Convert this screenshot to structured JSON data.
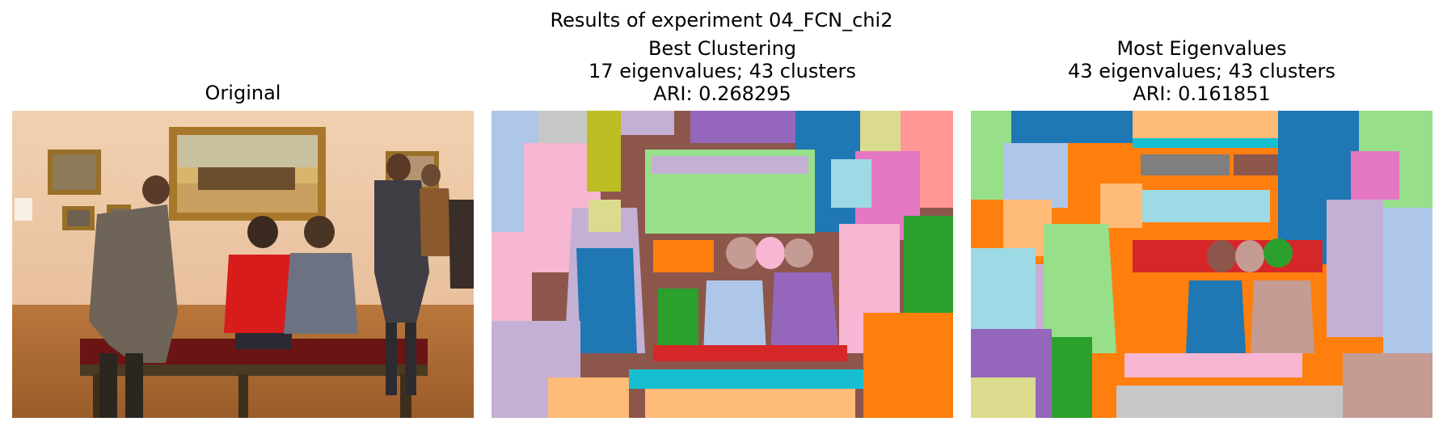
{
  "figure": {
    "suptitle": "Results of experiment 04_FCN_chi2"
  },
  "panels": [
    {
      "title_lines": [
        "Original"
      ],
      "kind": "photo"
    },
    {
      "title_lines": [
        "Best Clustering",
        "17 eigenvalues; 43 clusters",
        "ARI: 0.268295"
      ],
      "kind": "segmentation",
      "eigenvalues": 17,
      "clusters": 43,
      "ari": 0.268295
    },
    {
      "title_lines": [
        "Most Eigenvalues",
        "43 eigenvalues; 43 clusters",
        "ARI: 0.161851"
      ],
      "kind": "segmentation",
      "eigenvalues": 43,
      "clusters": 43,
      "ari": 0.161851
    }
  ],
  "palette": {
    "blue": "#1f77b4",
    "light_blue": "#aec7e8",
    "orange": "#ff7f0e",
    "light_orange": "#ffbb78",
    "green": "#2ca02c",
    "light_green": "#98df8a",
    "red": "#d62728",
    "pink_red": "#ff9896",
    "purple": "#9467bd",
    "lavender": "#c5b0d5",
    "brown": "#8c564b",
    "tan": "#c49c94",
    "pink": "#e377c2",
    "light_pink": "#f7b6d2",
    "gray": "#7f7f7f",
    "light_gray": "#c7c7c7",
    "olive": "#bcbd22",
    "khaki": "#dbdb8d",
    "cyan": "#17becf",
    "light_cyan": "#9edae5"
  }
}
